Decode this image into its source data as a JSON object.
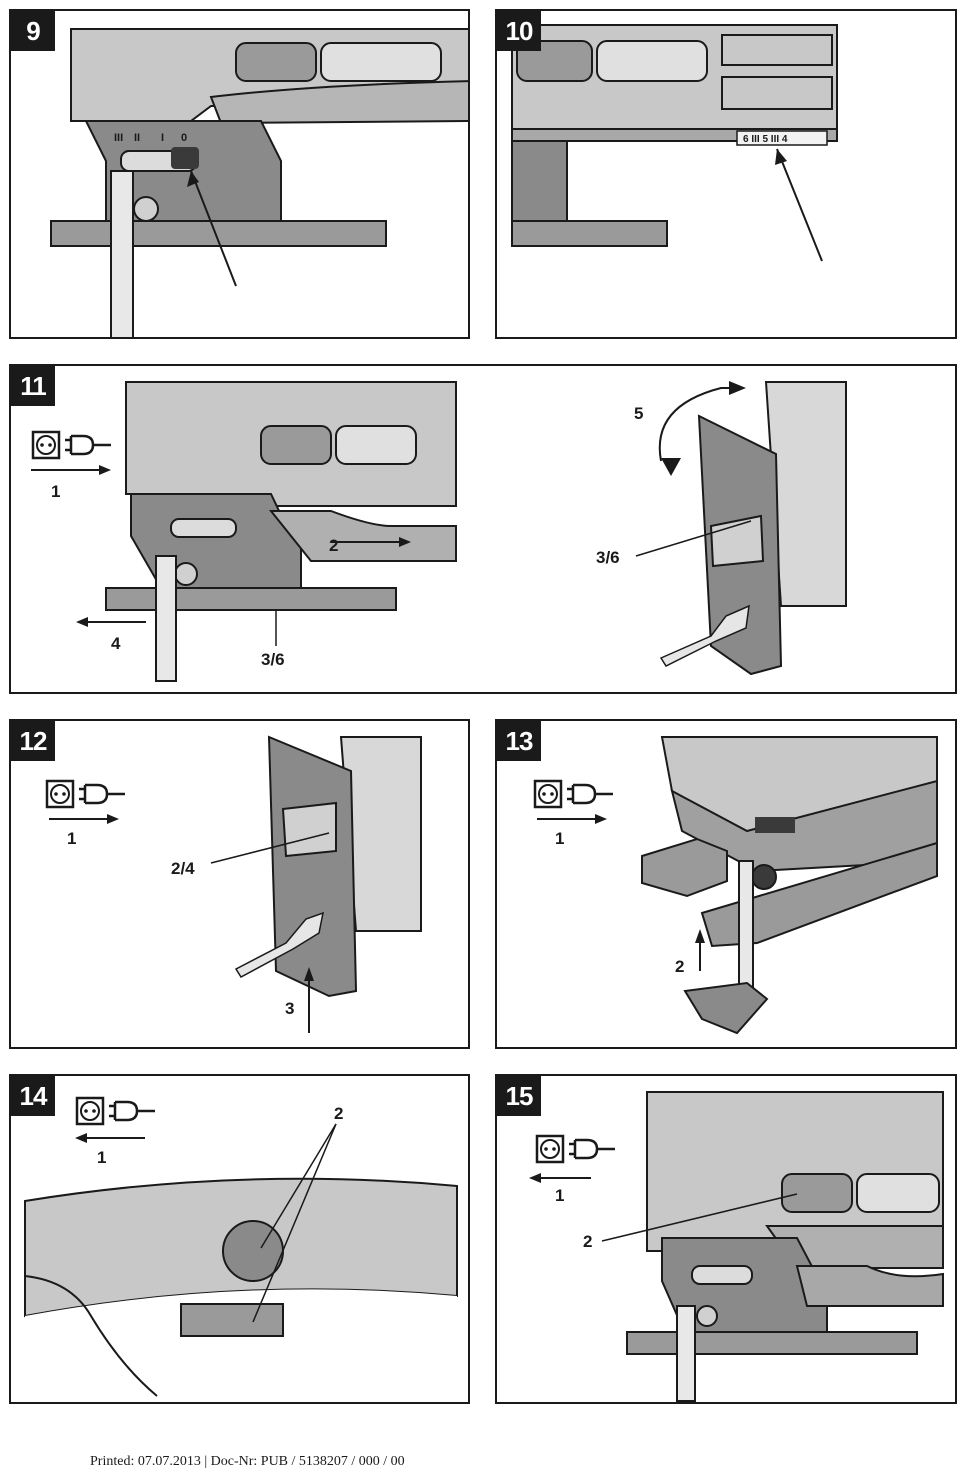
{
  "colors": {
    "body_gray": "#c8c8c8",
    "dark_gray": "#8a8a8a",
    "outline": "#1a1a1a",
    "light_gray": "#e2e2e2"
  },
  "icons": {
    "plug": "power-plug-icon",
    "socket": "wall-socket-icon"
  },
  "panels": [
    {
      "number": "9"
    },
    {
      "number": "10",
      "scale_label": "6 III 5 III 4"
    },
    {
      "number": "11",
      "labels": [
        "1",
        "2",
        "4",
        "3/6",
        "5",
        "3/6"
      ]
    },
    {
      "number": "12",
      "labels": [
        "1",
        "2/4",
        "3"
      ]
    },
    {
      "number": "13",
      "labels": [
        "1",
        "2"
      ]
    },
    {
      "number": "14",
      "labels": [
        "1",
        "2"
      ]
    },
    {
      "number": "15",
      "labels": [
        "1",
        "2"
      ]
    }
  ],
  "stroke_scale_marks": [
    "III",
    "II",
    "I",
    "0"
  ],
  "footer": "Printed: 07.07.2013 | Doc-Nr: PUB / 5138207 / 000 / 00"
}
